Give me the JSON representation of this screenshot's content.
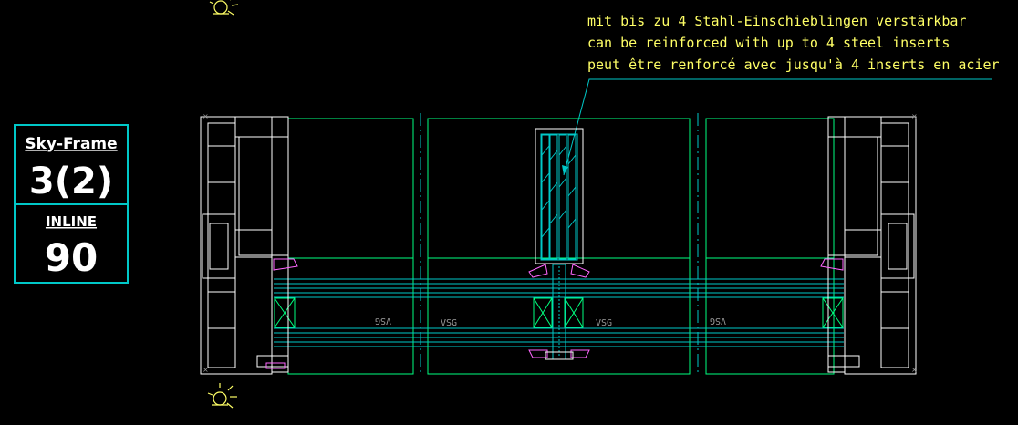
{
  "title_block": {
    "brand": "Sky-Frame",
    "config": "3(2)",
    "series": "INLINE",
    "number": "90"
  },
  "annotation": {
    "de": "mit bis zu 4 Stahl-Einschieblingen verstärkbar",
    "en": "can be reinforced with up to 4 steel inserts",
    "fr": "peut être renforcé avec jusqu'à 4 inserts en acier"
  },
  "glass_labels": [
    "VSG",
    "VSG",
    "VSG",
    "VSG"
  ],
  "colors": {
    "background": "#000000",
    "frame": "#ffffff",
    "glass": "#00ff7f",
    "cyan": "#00c8c8",
    "magenta": "#ff66ff",
    "text": "#ffff66",
    "gray": "#9a9a9a"
  },
  "icons": [
    "sun-icon-top",
    "sun-icon-bottom"
  ]
}
